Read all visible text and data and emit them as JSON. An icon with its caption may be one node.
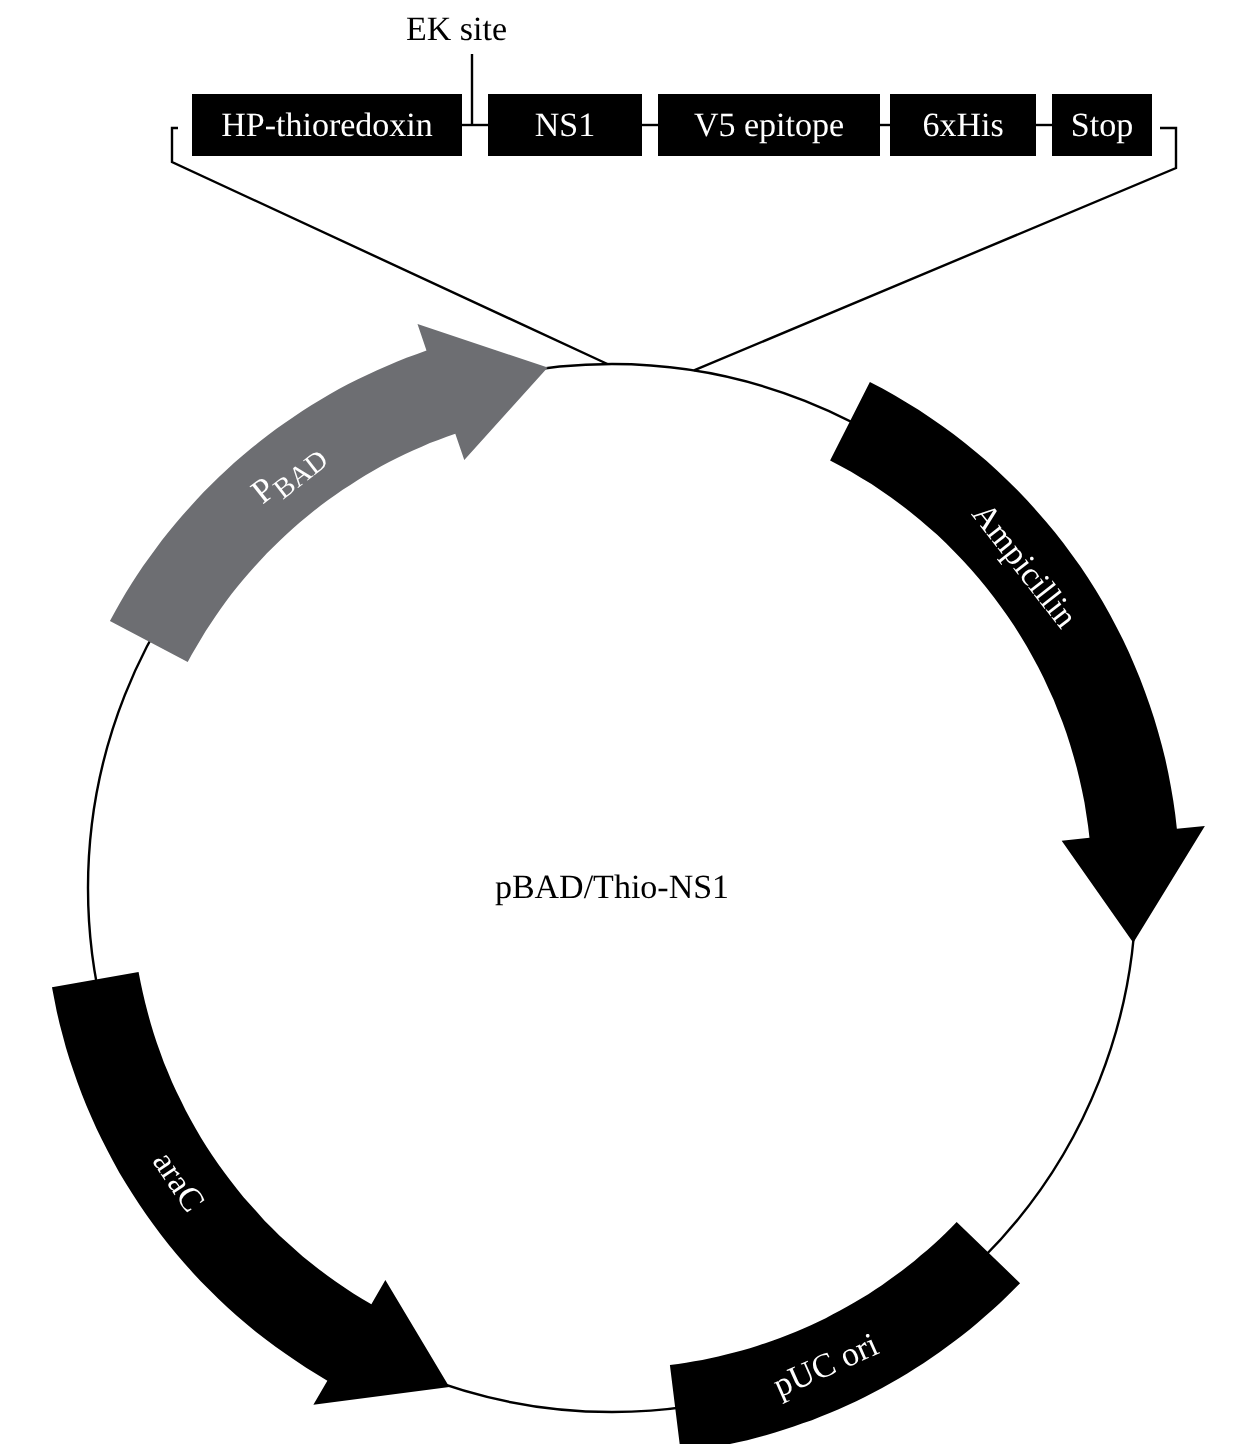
{
  "diagram": {
    "nodes": [
      {
        "text": [
          "HP-thioredoxin"
        ]
      },
      {
        "text": [
          "NS1"
        ]
      },
      {
        "text": [
          "V5 epitope"
        ]
      },
      {
        "text": [
          "6xHis"
        ]
      },
      {
        "text": [
          "Stop"
        ]
      },
      {
        "text": [
          "EK site"
        ]
      },
      {
        "text": [
          "P$_{BAD}$"
        ]
      },
      {
        "text": [
          "Ampicillin"
        ]
      },
      {
        "text": [
          "pUC ori"
        ]
      },
      {
        "text": [
          "araC"
        ]
      }
    ],
    "edges": [
      {
        "from": 0,
        "to": 1,
        "arrow": "none"
      },
      {
        "from": 1,
        "to": 2,
        "arrow": "none"
      },
      {
        "from": 2,
        "to": 3,
        "arrow": "none"
      },
      {
        "from": 3,
        "to": 4,
        "arrow": "none"
      },
      {
        "from": 5,
        "to": 0,
        "arrow": "none"
      }
    ],
    "labels": [
      "pBAD/Thio-NS1"
    ]
  }
}
